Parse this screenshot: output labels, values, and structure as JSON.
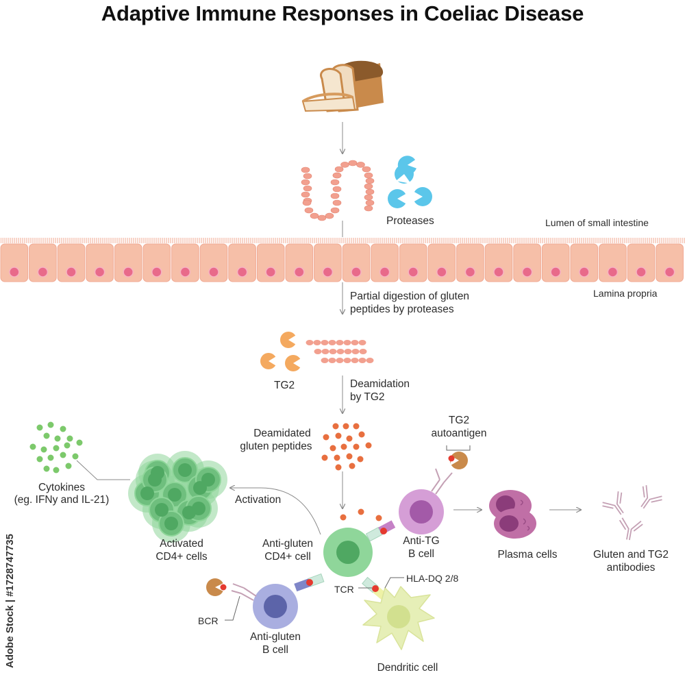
{
  "title": "Adaptive Immune Responses in Coeliac Disease",
  "watermark": "Adobe Stock | #1728747735",
  "labels": {
    "proteases": "Proteases",
    "lumen": "Lumen of small intestine",
    "lamina_propria": "Lamina propria",
    "partial_digestion_1": "Partial digestion of gluten",
    "partial_digestion_2": "peptides by proteases",
    "tg2": "TG2",
    "deamidation_1": "Deamidation",
    "deamidation_2": "by TG2",
    "deamidated_1": "Deamidated",
    "deamidated_2": "gluten peptides",
    "tg2_autoantigen_1": "TG2",
    "tg2_autoantigen_2": "autoantigen",
    "cytokines_1": "Cytokines",
    "cytokines_2": "(eg. IFNy and IL-21)",
    "activation": "Activation",
    "activated_1": "Activated",
    "activated_2": "CD4+ cells",
    "anti_gluten_cd4_1": "Anti-gluten",
    "anti_gluten_cd4_2": "CD4+ cell",
    "anti_tg_1": "Anti-TG",
    "anti_tg_2": "B cell",
    "plasma": "Plasma cells",
    "antibodies_1": "Gluten and TG2",
    "antibodies_2": "antibodies",
    "hla": "HLA-DQ 2/8",
    "tcr": "TCR",
    "bcr": "BCR",
    "anti_gluten_b_1": "Anti-gluten",
    "anti_gluten_b_2": "B cell",
    "dendritic": "Dendritic cell"
  },
  "colors": {
    "gluten_bead": "#f2a08f",
    "protease": "#5bc6ea",
    "tg2": "#f4a95f",
    "deamidated": "#e86f3f",
    "epithelium": "#f6bfa8",
    "nucleus": "#e86a8a",
    "cd4_cell": "#8fd69a",
    "activated_cell": "#6fbf7e",
    "cytokine": "#7cc96b",
    "anti_tg_b_cell": "#d59ed6",
    "anti_gluten_b_cell": "#a9aee0",
    "plasma_cell": "#c06fa6",
    "dendritic_cell": "#e6efb7",
    "antigen_red": "#e53a2f",
    "antibody": "#c4a0b4"
  }
}
